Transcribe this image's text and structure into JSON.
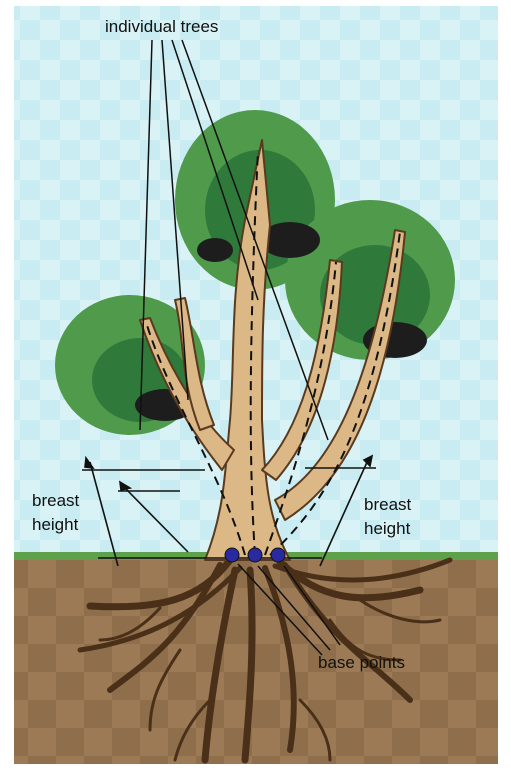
{
  "labels": {
    "individual_trees": "individual trees",
    "breast_left_line1": "breast",
    "breast_left_line2": "height",
    "breast_right_line1": "breast",
    "breast_right_line2": "height",
    "base_points": "base points"
  },
  "colors": {
    "sky": "#d8f2f6",
    "sky_check": "#c8ecf1",
    "soil": "#9c7a56",
    "soil_check": "#8f6e4b",
    "grass": "#5fa04a",
    "foliage_light": "#4f9a4b",
    "foliage_mid": "#2f7a3a",
    "foliage_dark": "#1d1d1d",
    "trunk": "#dcb886",
    "trunk_outline": "#5a3a1e",
    "roots": "#4a3018",
    "base_point": "#2a2aa0"
  },
  "icons": [
    "base-point-marker"
  ]
}
